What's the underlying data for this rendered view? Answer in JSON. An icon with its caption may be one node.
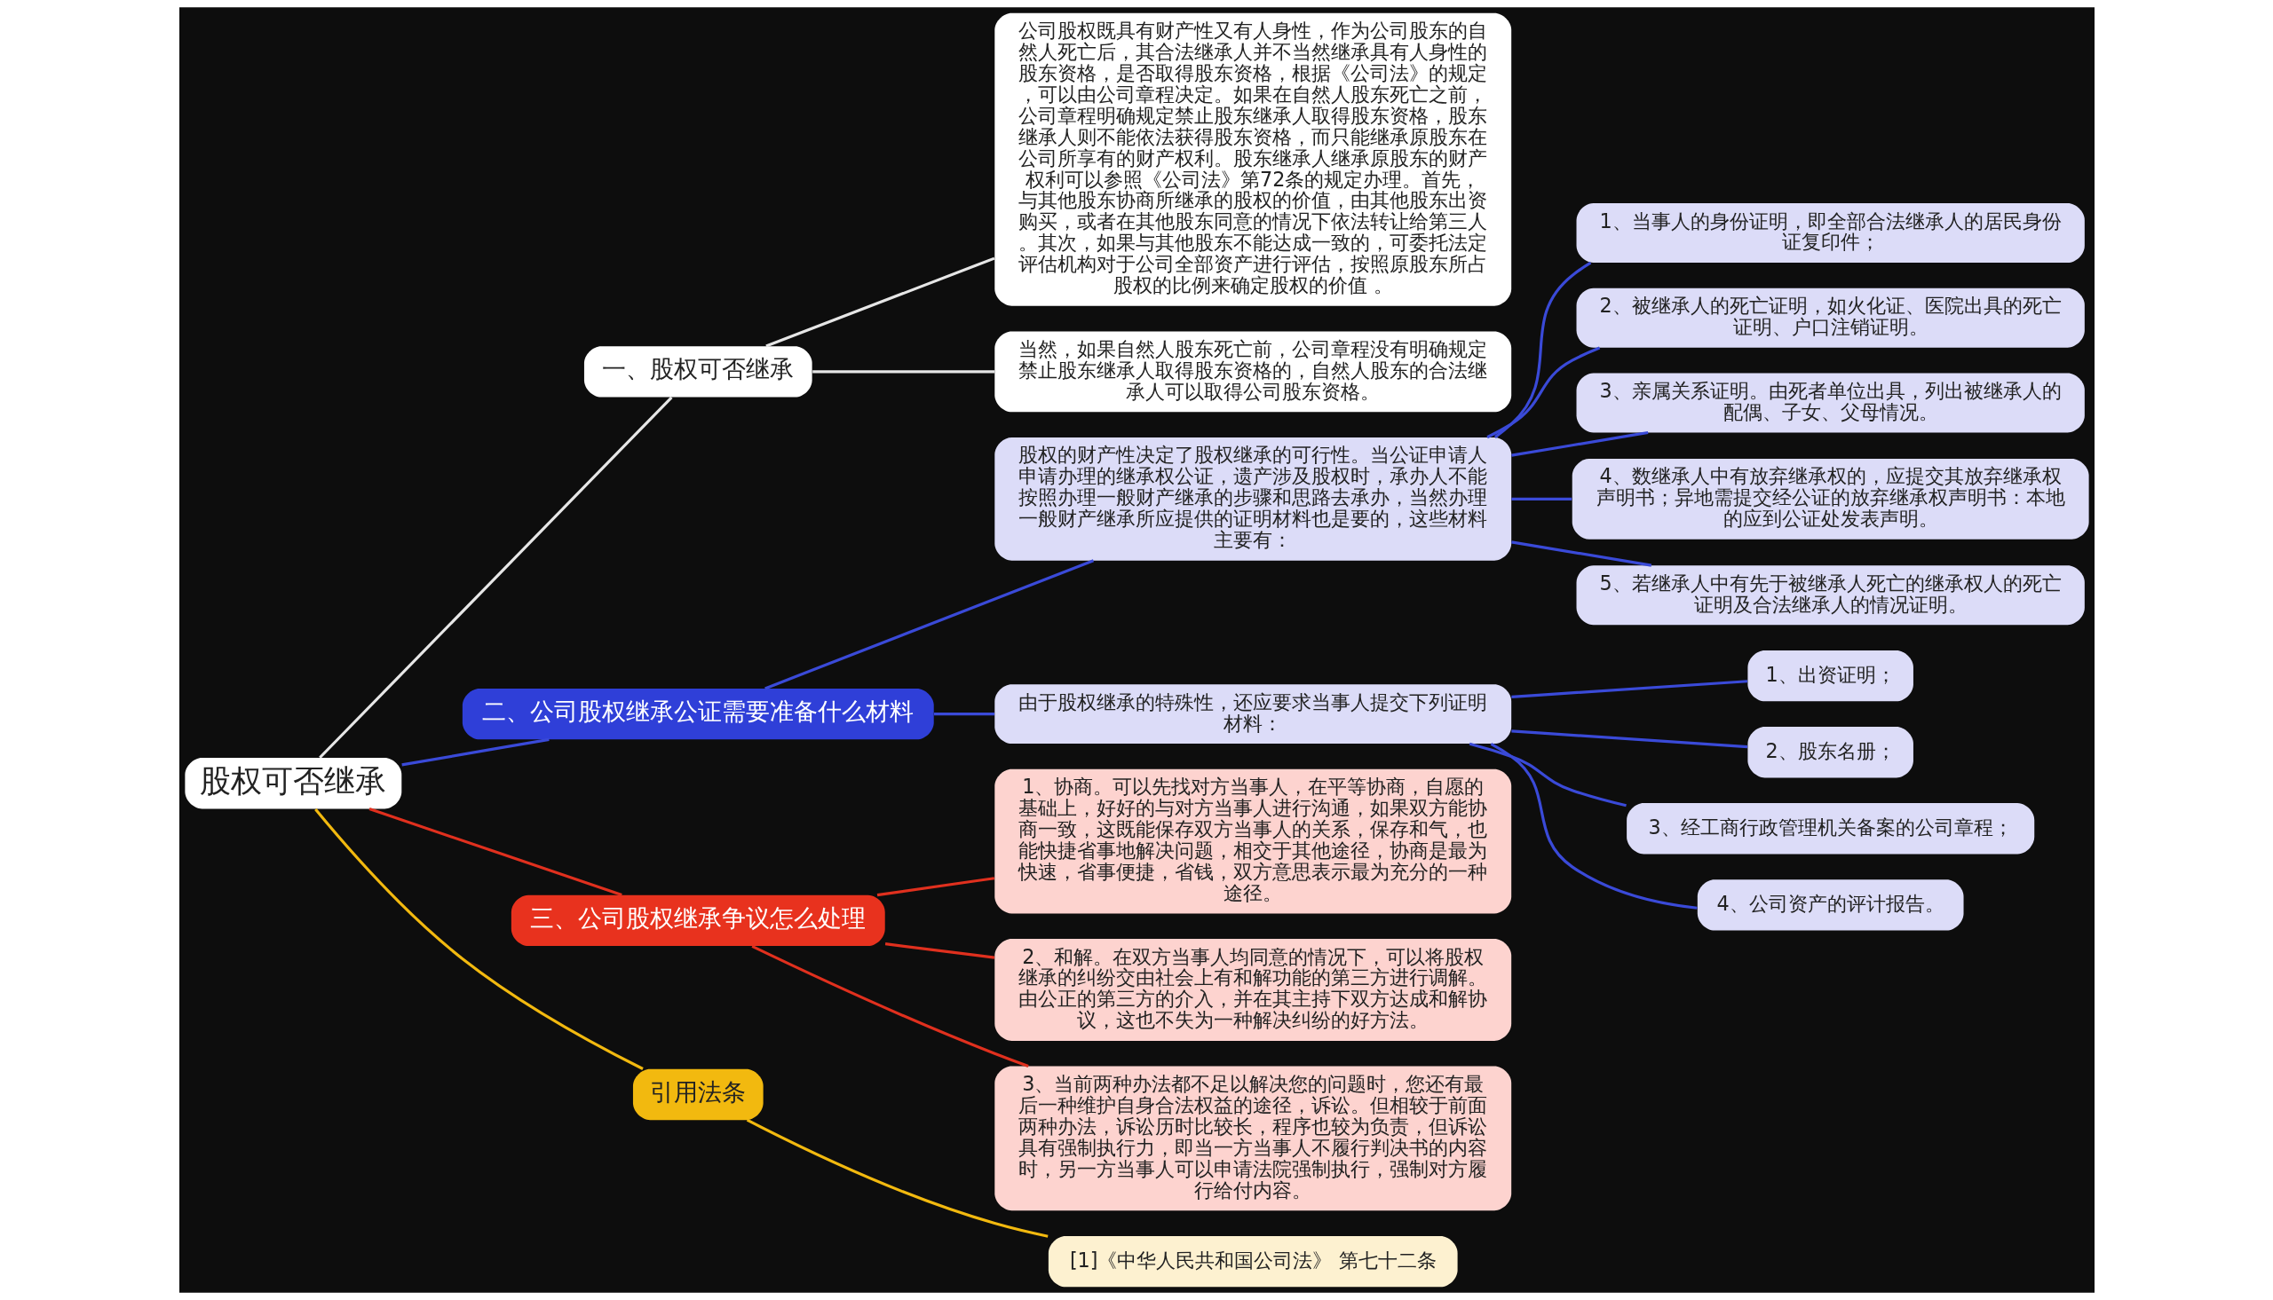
{
  "diagram": {
    "nodes": [
      {
        "text": [
          "股权可否继承"
        ]
      },
      {
        "text": [
          "一、股权可否继承"
        ]
      },
      {
        "text": [
          "公司股权既具有财产性又有人身性，作为公司股东的自然人死亡后，其合法继承人并不当然继承具有人身性的股东资格，是否取得股东资格，根据《公司法》的规定，可以由公司章程决定。如果在自然人股东死亡之前，公司章程明确规定禁止股东继承人取得股东资格，股东继承人则不能依法获得股东资格，而只能继承原股东在公司所享有的财产权利。股东继承人继承原股东的财产权利可以参照《公司法》第72条的规定办理。首先，与其他股东协商所继承的股权的价值，由其他股东出资购买，或者在其他股东同意的情况下依法转让给第三人。其次，如果与其他股东不能达成一致的，可委托法定评估机构对于公司全部资产进行评估，按照原股东所占股权的比例来确定股权的价值 。"
        ]
      },
      {
        "text": [
          "当然，如果自然人股东死亡前，公司章程没有明确规定禁止股东继承人取得股东资格的，自然人股东的合法继承人可以取得公司股东资格。"
        ]
      },
      {
        "text": [
          "二、公司股权继承公证需要准备什么材料"
        ]
      },
      {
        "text": [
          "股权的财产性决定了股权继承的可行性。当公证申请人申请办理的继承权公证，遗产涉及股权时，承办人不能按照办理一般财产继承的步骤和思路去承办，当然办理一般财产继承所应提供的证明材料也是要的，这些材料主要有："
        ]
      },
      {
        "text": [
          "1、当事人的身份证明，即全部合法继承人的居民身份证复印件；"
        ]
      },
      {
        "text": [
          "2、被继承人的死亡证明，如火化证、医院出具的死亡证明、户口注销证明。"
        ]
      },
      {
        "text": [
          "3、亲属关系证明。由死者单位出具，列出被继承人的配偶、子女、父母情况。"
        ]
      },
      {
        "text": [
          "4、数继承人中有放弃继承权的，应提交其放弃继承权声明书；异地需提交经公证的放弃继承权声明书：本地的应到公证处发表声明。"
        ]
      },
      {
        "text": [
          "5、若继承人中有先于被继承人死亡的继承权人的死亡证明及合法继承人的情况证明。"
        ]
      },
      {
        "text": [
          "由于股权继承的特殊性，还应要求当事人提交下列证明材料："
        ]
      },
      {
        "text": [
          "1、出资证明；"
        ]
      },
      {
        "text": [
          "2、股东名册；"
        ]
      },
      {
        "text": [
          "3、经工商行政管理机关备案的公司章程；"
        ]
      },
      {
        "text": [
          "4、公司资产的评计报告。"
        ]
      },
      {
        "text": [
          "三、公司股权继承争议怎么处理"
        ]
      },
      {
        "text": [
          "1、协商。可以先找对方当事人，在平等协商，自愿的基础上，好好的与对方当事人进行沟通，如果双方能协商一致，这既能保存双方当事人的关系，保存和气，也能快捷省事地解决问题，相交于其他途径，协商是最为快速，省事便捷，省钱，双方意思表示最为充分的一种途径。"
        ]
      },
      {
        "text": [
          "2、和解。在双方当事人均同意的情况下，可以将股权继承的纠纷交由社会上有和解功能的第三方进行调解。由公正的第三方的介入，并在其主持下双方达成和解协议，这也不失为一种解决纠纷的好方法。"
        ]
      },
      {
        "text": [
          "3、当前两种办法都不足以解决您的问题时，您还有最后一种维护自身合法权益的途径，诉讼。但相较于前面两种办法，诉讼历时比较长，程序也较为负责，但诉讼具有强制执行力，即当一方当事人不履行判决书的内容时，另一方当事人可以申请法院强制执行，强制对方履行给付内容。"
        ]
      },
      {
        "text": [
          "引用法条"
        ]
      },
      {
        "text": [
          "[1]《中华人民共和国公司法》 第七十二条"
        ]
      }
    ],
    "edges": [
      {
        "from": 0,
        "to": 1,
        "arrow": "none",
        "color": "#e6e6e6"
      },
      {
        "from": 1,
        "to": 2,
        "arrow": "none",
        "color": "#e6e6e6"
      },
      {
        "from": 1,
        "to": 3,
        "arrow": "none",
        "color": "#e6e6e6"
      },
      {
        "from": 0,
        "to": 4,
        "arrow": "none"
      },
      {
        "from": 4,
        "to": 5,
        "arrow": "none"
      },
      {
        "from": 5,
        "to": 6,
        "arrow": "none"
      },
      {
        "from": 5,
        "to": 7,
        "arrow": "none"
      },
      {
        "from": 5,
        "to": 8,
        "arrow": "none"
      },
      {
        "from": 5,
        "to": 9,
        "arrow": "none"
      },
      {
        "from": 5,
        "to": 10,
        "arrow": "none"
      },
      {
        "from": 4,
        "to": 11,
        "arrow": "none"
      },
      {
        "from": 11,
        "to": 12,
        "arrow": "none"
      },
      {
        "from": 11,
        "to": 13,
        "arrow": "none"
      },
      {
        "from": 11,
        "to": 14,
        "arrow": "none"
      },
      {
        "from": 11,
        "to": 15,
        "arrow": "none"
      },
      {
        "from": 0,
        "to": 16,
        "arrow": "none",
        "color": "#e0301e"
      },
      {
        "from": 16,
        "to": 17,
        "arrow": "none",
        "color": "#e0301e"
      },
      {
        "from": 16,
        "to": 18,
        "arrow": "none",
        "color": "#e0301e"
      },
      {
        "from": 16,
        "to": 19,
        "arrow": "none",
        "color": "#e0301e"
      },
      {
        "from": 0,
        "to": 20,
        "arrow": "none",
        "color": "#f2b90f"
      },
      {
        "from": 20,
        "to": 21,
        "arrow": "none",
        "color": "#f2b90f"
      }
    ]
  }
}
